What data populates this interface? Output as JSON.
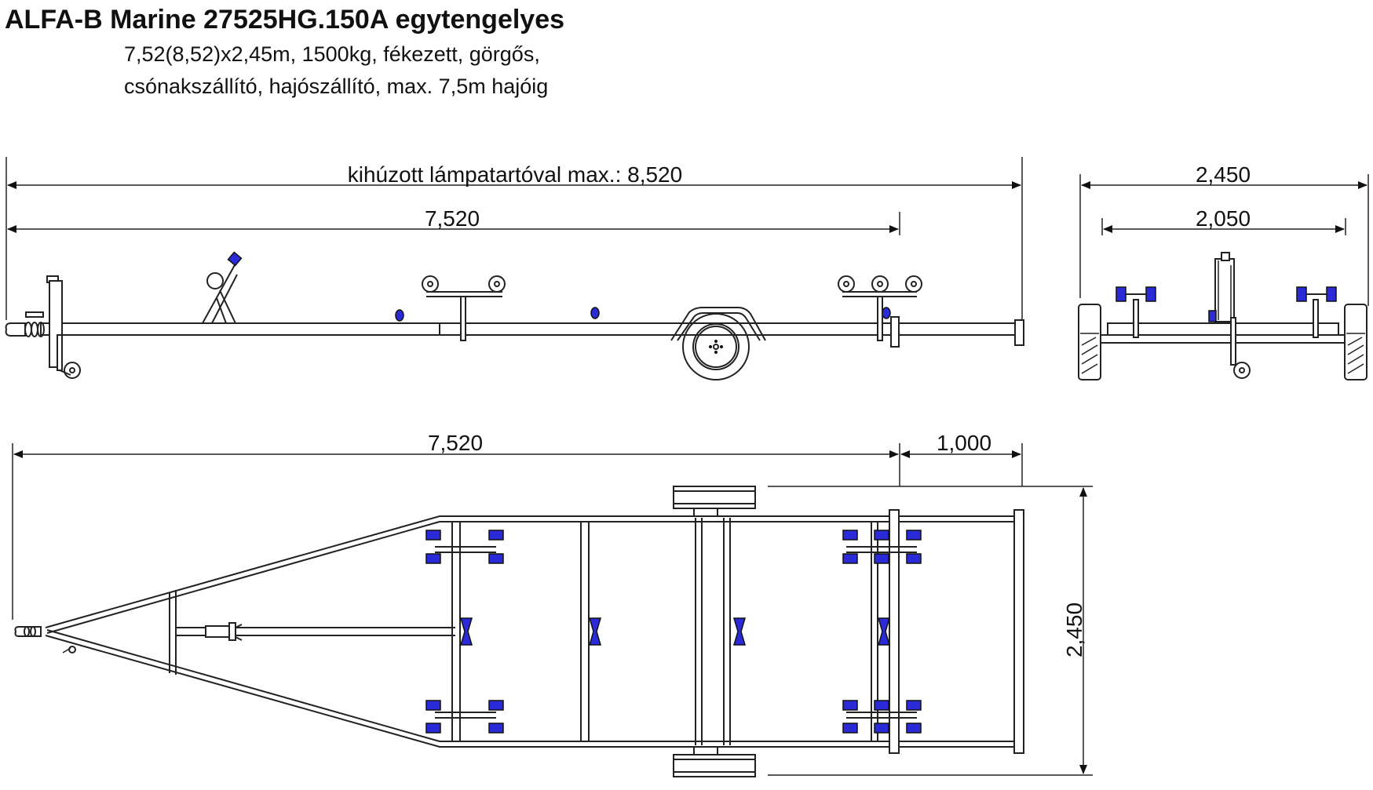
{
  "header": {
    "title": "ALFA-B Marine 27525HG.150A egytengelyes",
    "subtitle_line1": "7,52(8,52)x2,45m, 1500kg, fékezett, görgős,",
    "subtitle_line2": "csónakszállító, hajószállító, max. 7,5m hajóig"
  },
  "dimensions": {
    "side_total": "kihúzott lámpatartóval max.: 8,520",
    "side_length": "7,520",
    "rear_total_width": "2,450",
    "rear_track_width": "2,050",
    "top_length": "7,520",
    "top_extension": "1,000",
    "top_width": "2,450"
  },
  "colors": {
    "roller": "#2a2ad8",
    "line": "#222222"
  }
}
